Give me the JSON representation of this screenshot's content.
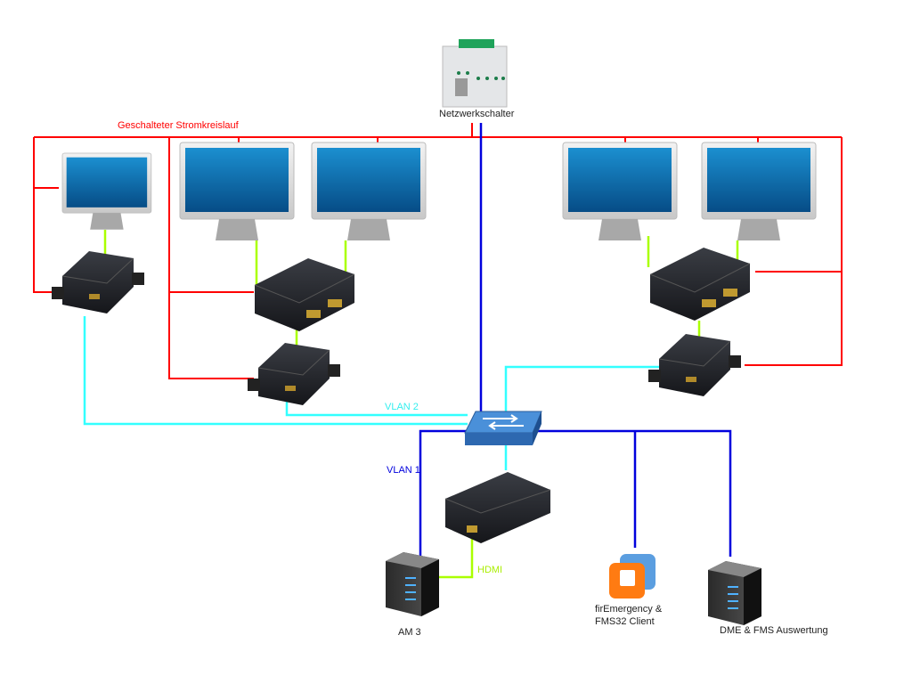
{
  "labels": {
    "network_switch_device": "Netzwerkschalter",
    "power_circuit": "Geschalteter Stromkreislauf",
    "vlan2": "VLAN 2",
    "vlan1": "VLAN 1",
    "hdmi": "HDMI",
    "am3": "AM 3",
    "firemergency_line1": "firEmergency &",
    "firemergency_line2": "FMS32 Client",
    "dme": "DME & FMS Auswertung"
  },
  "colors": {
    "power": "#ff0000",
    "vlan1": "#0000dd",
    "vlan2": "#33ffff",
    "hdmi": "#aaff00",
    "screen": "#0a6fb0"
  }
}
